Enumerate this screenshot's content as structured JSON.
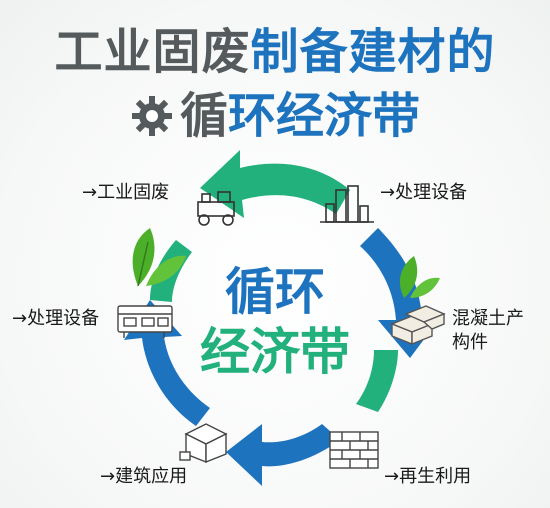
{
  "title": {
    "line1_gray": "工业固废",
    "line1_blue": "制备建材的",
    "line2_gray": "循",
    "line2_blue": "环经济带"
  },
  "center": {
    "line1": "循环",
    "line2": "经济带"
  },
  "nodes": {
    "industrial_waste": "→工业固废",
    "processing_top": "→处理设备",
    "concrete_line1": "混凝土产",
    "concrete_line2": "构件",
    "recycling": "→再生利用",
    "construction": "→建筑应用",
    "processing_left": "→处理设备"
  },
  "colors": {
    "blue": "#1e73be",
    "green": "#22b07d",
    "gray": "#555a5c",
    "leaf": "#4caf2a"
  },
  "icons": [
    "gear-icon",
    "truck-icon",
    "factory-icon",
    "leaf-icon",
    "bricks-icon",
    "wall-icon",
    "box-icon",
    "machine-icon"
  ]
}
